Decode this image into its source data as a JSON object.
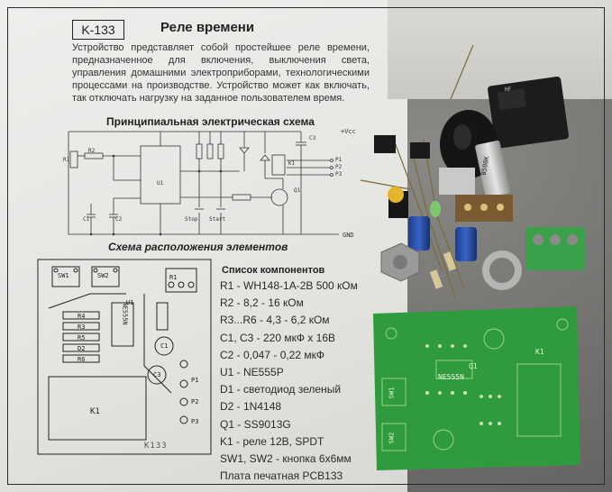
{
  "document": {
    "kit_code": "K-133",
    "title": "Реле времени",
    "description": "Устройство представляет собой простейшее реле времени, предназначенное для включения, выключения света, управления домашними электроприборами, технологическими процессами на производстве. Устройство может как включать, так отключать нагрузку на заданное пользователем время.",
    "schematic_heading": "Принципиальная электрическая схема",
    "layout_heading": "Схема расположения элементов",
    "components_heading": "Список компонентов",
    "components": [
      "R1 - WH148-1A-2B  500 кОм",
      "R2 - 8,2 - 16 кОм",
      "R3...R6 - 4,3 - 6,2 кОм",
      "C1, C3 - 220 мкФ х 16В",
      "C2 - 0,047 - 0,22 мкФ",
      "U1 - NE555P",
      "D1 - светодиод зеленый",
      "D2 - 1N4148",
      "Q1 - SS9013G",
      "K1 - реле 12В, SPDT",
      "SW1, SW2 - кнопка 6х6мм",
      "Плата печатная PCB133"
    ],
    "layout_labels": {
      "sw1": "SW1",
      "sw2": "SW2",
      "r1": "R1",
      "u1": "U1",
      "ne555": "NE555N",
      "r4": "R4",
      "r3": "R3",
      "r5": "R5",
      "d2": "D2",
      "r6": "R6",
      "c1": "C1",
      "c3": "C3",
      "k1": "K1",
      "p1": "P1",
      "p2": "P2",
      "p3": "P3",
      "mark": "K133"
    },
    "schematic_labels": {
      "vcc": "+Vcc",
      "gnd": "GND",
      "r1": "R1",
      "r2": "R2",
      "u1": "U1",
      "c1": "C1",
      "c2": "C2",
      "c3": "C3",
      "k1": "K1",
      "q1": "Q1",
      "p1": "P1",
      "p2": "P2",
      "p3": "P3",
      "stop": "Stop",
      "start": "Start"
    }
  },
  "physical_parts": {
    "relay_marking": "HF",
    "potentiometer_marking": "B500K",
    "board_ic_marking": "NE555N",
    "board_labels": {
      "k1": "K1",
      "q1": "Q1",
      "sw1": "SW1",
      "sw2": "SW2"
    }
  },
  "colors": {
    "paper": "#e6e6e3",
    "pcb_green": "#2f9a3e",
    "terminal_green": "#3aa04a",
    "relay_black": "#1c1c1c"
  }
}
